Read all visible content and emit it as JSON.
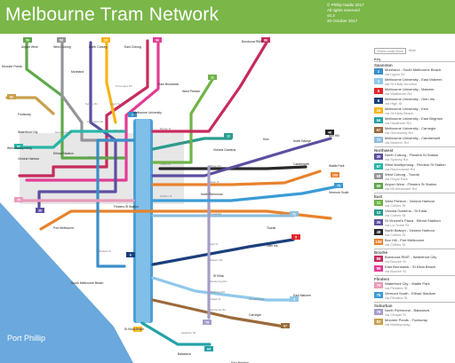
{
  "header": {
    "title": "Melbourne Tram Network",
    "credits": [
      "© Phillip Nadlo 2017",
      "All rights reserved",
      "v0.3",
      "20 October 2017"
    ]
  },
  "legend": {
    "toggles": [
      "Show route lines",
      "Hide"
    ],
    "key_title": "Key",
    "groups": [
      {
        "name": "Swanston",
        "routes": [
          {
            "num": "1",
            "color": "#3a8fc9",
            "dest": "Moreland - South Melbourne Beach",
            "via": "via Lygon St"
          },
          {
            "num": "3",
            "color": "#8fc8ea",
            "dest": "Melbourne University - East Malvern",
            "via": "via St Kilda Junction"
          },
          {
            "num": "5",
            "color": "#e3262c",
            "dest": "Melbourne University - Malvern",
            "via": "via Wattletree Rd"
          },
          {
            "num": "6",
            "color": "#1b3f7d",
            "dest": "Melbourne University - Glen Iris",
            "via": "via High St"
          },
          {
            "num": "16",
            "color": "#f7b519",
            "dest": "Melbourne University - Kew",
            "via": "via St Kilda Beach"
          },
          {
            "num": "64",
            "color": "#23a2a6",
            "dest": "Melbourne University - East Brighton",
            "via": "via Hawthorn Rd"
          },
          {
            "num": "67",
            "color": "#9a6a3a",
            "dest": "Melbourne University - Carnegie",
            "via": "via Glenhuntly Rd"
          },
          {
            "num": "72",
            "color": "#8fbfdc",
            "dest": "Melbourne University - Camberwell",
            "via": "via Malvern Rd"
          }
        ]
      },
      {
        "name": "Northwest",
        "routes": [
          {
            "num": "30",
            "color": "#5b4fa0",
            "dest": "North Coburg - Flinders St Station",
            "via": "via Sydney Rd"
          },
          {
            "num": "57",
            "color": "#28b5a9",
            "dest": "West Maribyrnong - Flinders St Station",
            "via": "via Racecourse Rd"
          },
          {
            "num": "58",
            "color": "#949599",
            "dest": "West Coburg - Toorak",
            "via": "via Royal Park"
          },
          {
            "num": "59",
            "color": "#5fa84b",
            "dest": "Airport West - Flinders St Station",
            "via": "via Mt Alexander Rd"
          }
        ]
      },
      {
        "name": "East",
        "routes": [
          {
            "num": "11",
            "color": "#70b448",
            "dest": "West Preston - Victoria Harbour",
            "via": "via Collins St"
          },
          {
            "num": "12",
            "color": "#2a9c8e",
            "dest": "Victoria Gardens - St Kilda",
            "via": "via Collins St"
          },
          {
            "num": "30",
            "color": "#5b4fa0",
            "dest": "St Vincent's Plaza - Etihad Stadium",
            "via": "via La Trobe St"
          },
          {
            "num": "48",
            "color": "#29292b",
            "dest": "North Balwyn - Victoria Harbour",
            "via": "via Collins St"
          },
          {
            "num": "109",
            "color": "#e8822c",
            "dest": "Box Hill - Port Melbourne",
            "via": "via Collins St"
          }
        ]
      },
      {
        "name": "Bourke",
        "routes": [
          {
            "num": "86",
            "color": "#c62b5c",
            "dest": "Bundoora RMIT - Waterfront City",
            "via": "via Bourke St"
          },
          {
            "num": "96",
            "color": "#e23c95",
            "dest": "East Brunswick - St Kilda Beach",
            "via": "via Bourke St"
          }
        ]
      },
      {
        "name": "Flinders",
        "routes": [
          {
            "num": "70",
            "color": "#e89ab8",
            "dest": "Waterfront City - Wattle Park",
            "via": "via Flinders St"
          },
          {
            "num": "75",
            "color": "#3b9bd6",
            "dest": "Vermont South - Etihad Stadium",
            "via": "via Flinders St"
          }
        ]
      },
      {
        "name": "Suburban",
        "routes": [
          {
            "num": "78",
            "color": "#a69cc9",
            "dest": "North Richmond - Balaclava",
            "via": "via Chapel St"
          },
          {
            "num": "82",
            "color": "#c9a04d",
            "dest": "Moonee Ponds - Footscray",
            "via": "via Maribyrnong"
          }
        ]
      }
    ]
  },
  "map": {
    "stations": [
      "Airport West",
      "West Coburg",
      "North Coburg",
      "East Coburg",
      "Bundoora RMIT",
      "Moonee Ponds",
      "Moreland",
      "Footscray",
      "East Brunswick",
      "West Preston",
      "Melbourne University",
      "Waterfront City",
      "Etihad Stadium",
      "Victoria Harbour",
      "Flinders St Station",
      "Victoria Gardens",
      "North Balwyn",
      "Box Hill",
      "Camberwell",
      "Wattle Park",
      "Vermont South",
      "Toorak",
      "Glen Iris",
      "Port Melbourne",
      "South Melbourne Beach",
      "St Kilda",
      "St Kilda Beach",
      "Balaclava",
      "Carnegie",
      "East Malvern",
      "East Brighton",
      "Kew",
      "North Richmond",
      "West Maribyrnong"
    ],
    "streets": [
      "Sydney Rd",
      "Lygon St",
      "Nicholson St",
      "St Georges Rd",
      "Racecourse Rd",
      "Flemington Rd",
      "Victoria Pde",
      "Collins St",
      "Bourke St",
      "Flinders St",
      "Bridge Rd",
      "Swan St",
      "Toorak Rd",
      "High St",
      "Malvern Rd",
      "Dandenong Rd",
      "Wattletree Rd",
      "Glenhuntly Rd",
      "Hawthorn Rd",
      "Chapel St",
      "Glenferrie Rd",
      "Brunswick St",
      "Elizabeth St"
    ],
    "route_tags": [
      "82",
      "59",
      "58",
      "19",
      "96",
      "86",
      "1",
      "6",
      "11",
      "48",
      "109",
      "57",
      "30",
      "70",
      "75",
      "72",
      "16",
      "5",
      "3",
      "64",
      "67",
      "78",
      "12"
    ],
    "bay": "Port Phillip"
  }
}
